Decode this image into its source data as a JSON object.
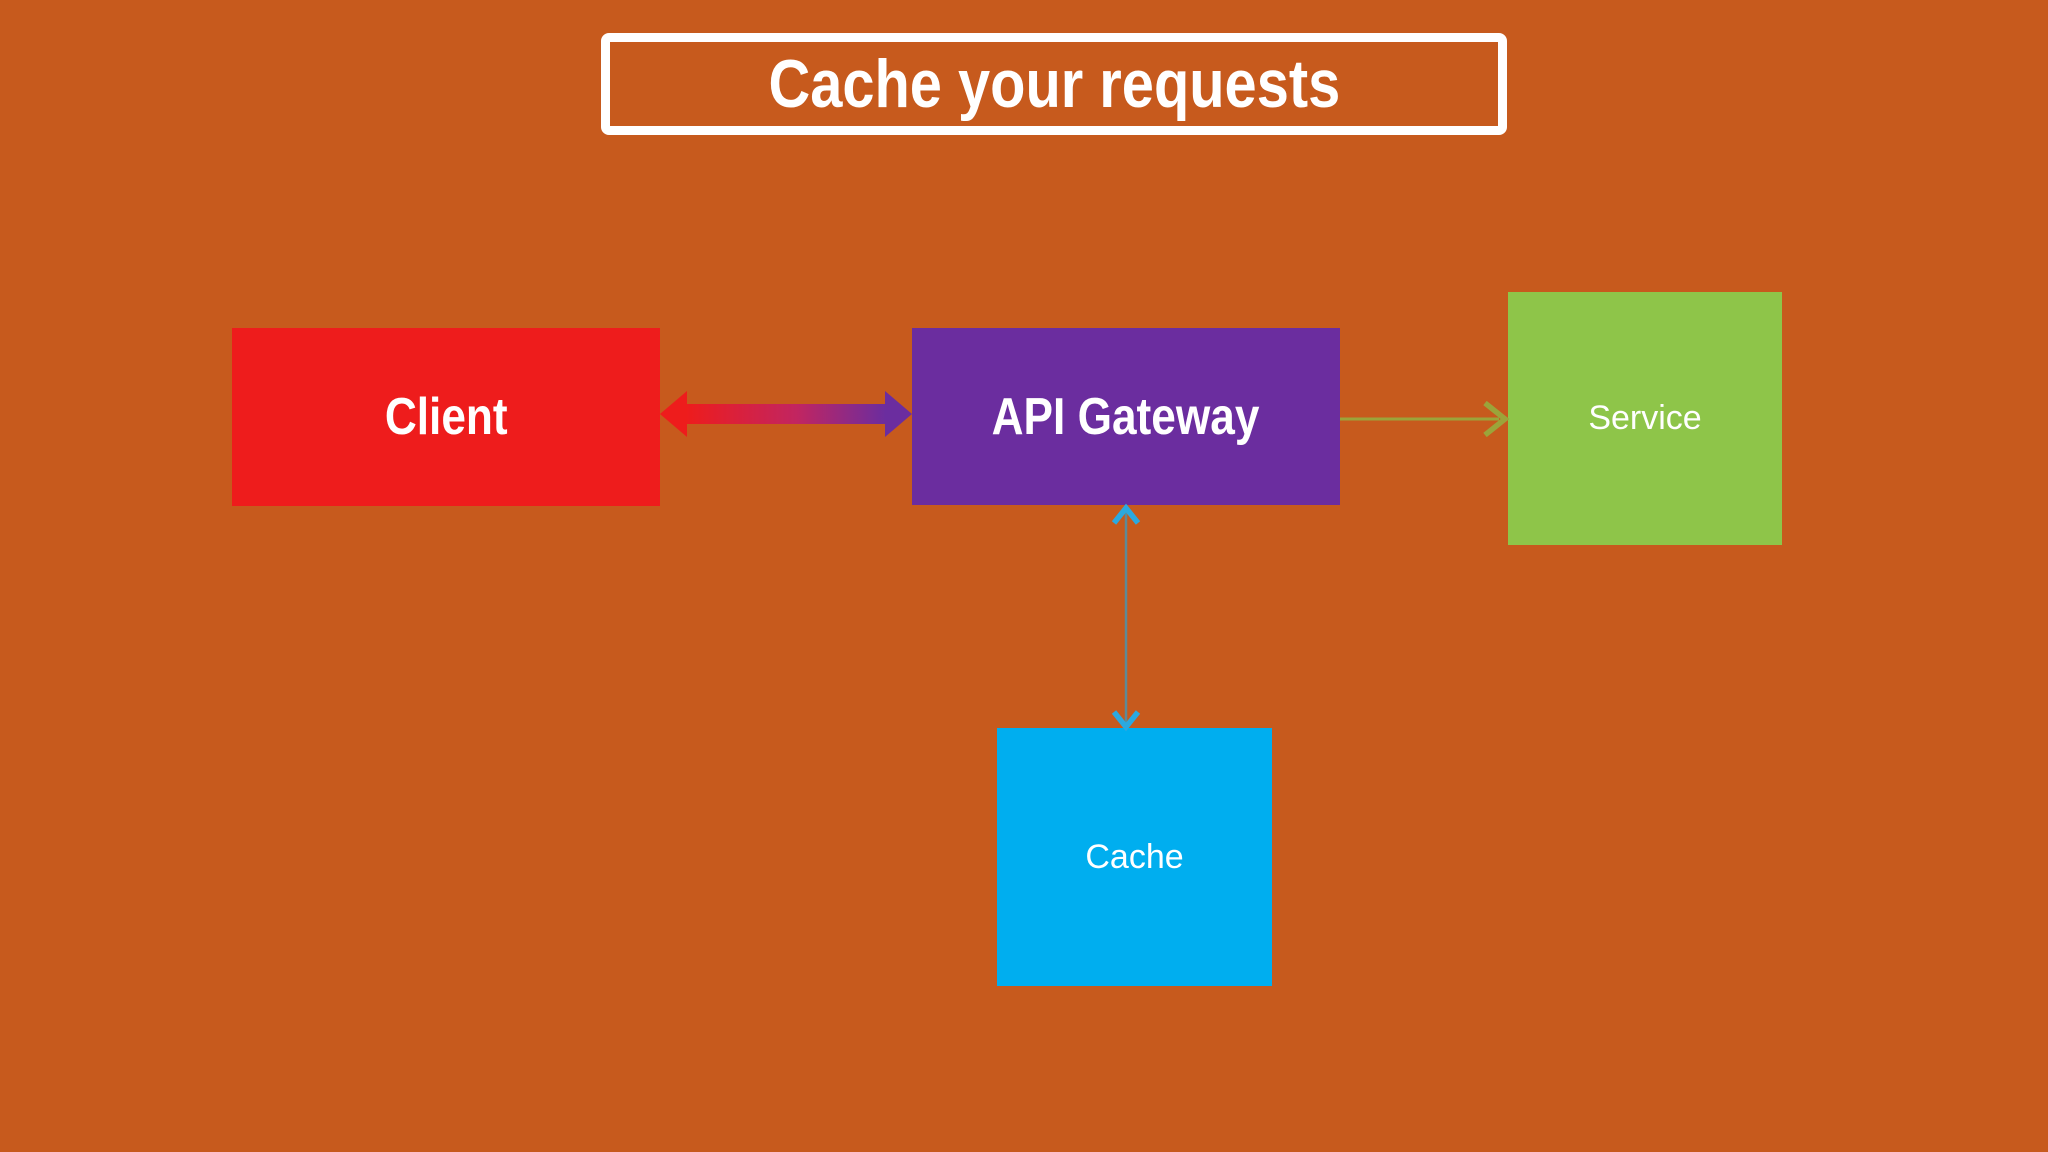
{
  "title": {
    "label": "Cache your requests"
  },
  "diagram": {
    "nodes": [
      {
        "id": "client",
        "label": "Client",
        "color": "#EE1C1C",
        "text_style": "bold-condensed"
      },
      {
        "id": "api-gateway",
        "label": "API Gateway",
        "color": "#6B2D9F",
        "text_style": "bold-condensed"
      },
      {
        "id": "service",
        "label": "Service",
        "color": "#8EC549",
        "text_style": "regular"
      },
      {
        "id": "cache",
        "label": "Cache",
        "color": "#00AEEF",
        "text_style": "regular"
      }
    ],
    "edges": [
      {
        "from": "client",
        "to": "api-gateway",
        "direction": "bidirectional",
        "style": "thick-gradient",
        "gradient": [
          "#EE1C1C",
          "#6B2D9F"
        ]
      },
      {
        "from": "api-gateway",
        "to": "service",
        "direction": "forward",
        "style": "thin-line",
        "color": "#9BA43A"
      },
      {
        "from": "api-gateway",
        "to": "cache",
        "direction": "bidirectional",
        "style": "thin-line",
        "color": "#5D8A96",
        "arrowhead_color": "#2BA9E0"
      }
    ]
  },
  "colors": {
    "bg": "#C75A1D",
    "client-red": "#EE1C1C",
    "gateway-purple": "#6B2D9F",
    "service-green": "#8EC549",
    "cache-blue": "#00AEEF",
    "title-white": "#FFFFFF",
    "arrow-green": "#9BA43A",
    "arrow-teal-line": "#5D8A96",
    "arrow-teal-head": "#2BA9E0"
  }
}
